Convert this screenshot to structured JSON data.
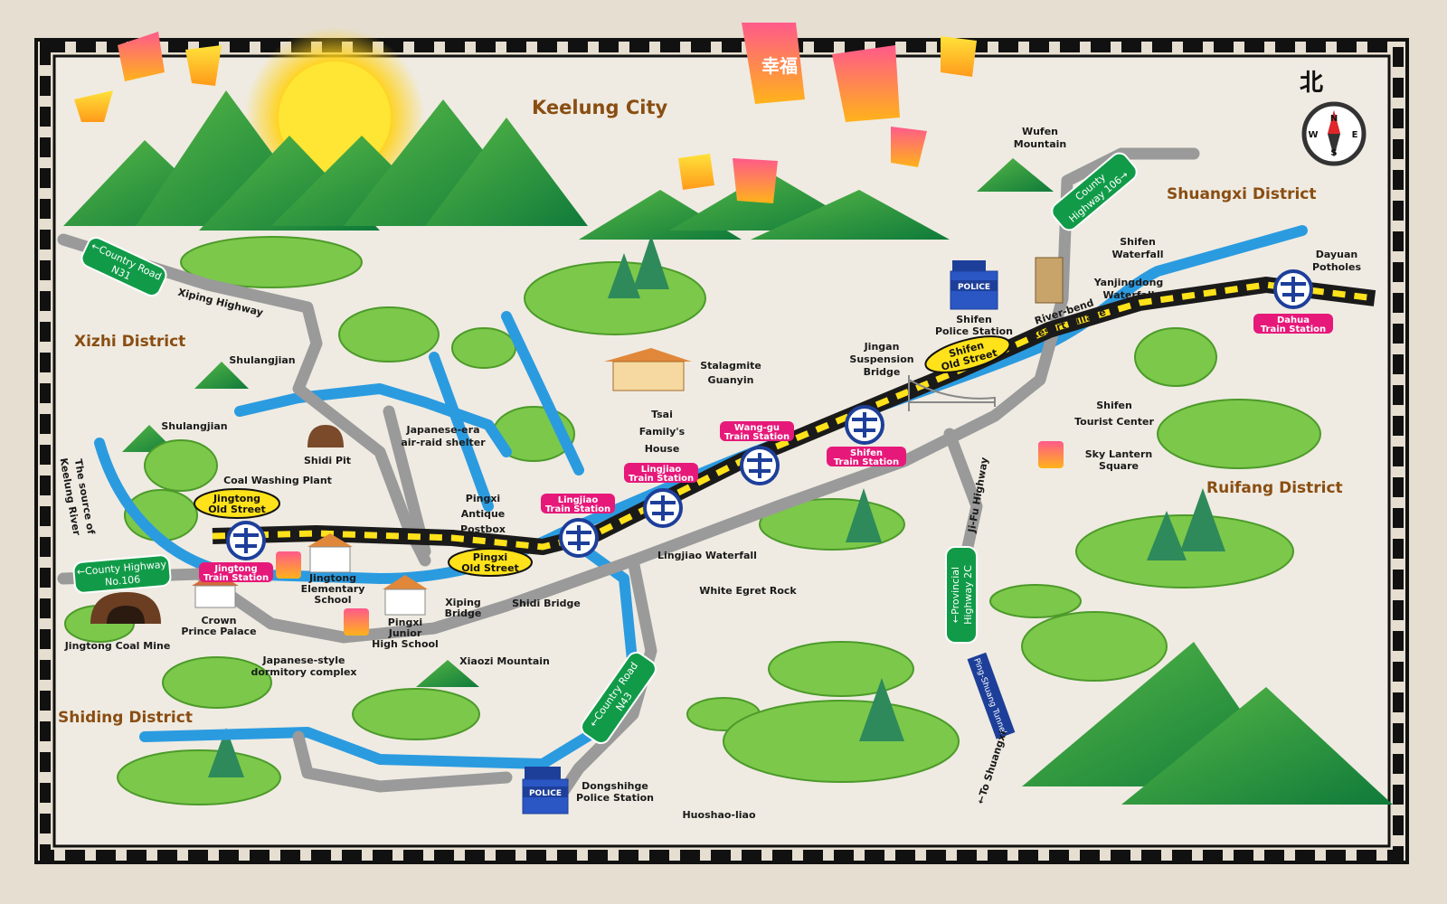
{
  "map": {
    "city": "Keelung City",
    "compass_char": "北",
    "compass": {
      "n": "N",
      "s": "S",
      "e": "E",
      "w": "W"
    },
    "lantern_text": "幸福",
    "districts": {
      "xizhi": "Xizhi District",
      "shuangxi": "Shuangxi District",
      "ruifang": "Ruifang District",
      "shiding": "Shiding District"
    },
    "places": {
      "wufen": [
        "Wufen",
        "Mountain"
      ],
      "dayuan": [
        "Dayuan",
        "Potholes"
      ],
      "shifen_waterfall": [
        "Shifen",
        "Waterfall"
      ],
      "yanjingdong": [
        "Yanjingdong",
        "Waterfall"
      ],
      "shifen_police": [
        "Shifen",
        "Police Station"
      ],
      "riverbend": [
        "River-bend",
        "Resort Village"
      ],
      "jingan": [
        "Jingan",
        "Suspension",
        "Bridge"
      ],
      "stalagmite": [
        "Stalagmite",
        "Guanyin"
      ],
      "tsai": [
        "Tsai",
        "Family's",
        "House"
      ],
      "shifen_tourist": [
        "Shifen",
        "Tourist Center"
      ],
      "sky_lantern": [
        "Sky Lantern",
        "Square"
      ],
      "shulangjian1": "Shulangjian",
      "shulangjian2": "Shulangjian",
      "shidi_pit": "Shidi Pit",
      "air_raid": [
        "Japanese-era",
        "air-raid shelter"
      ],
      "coal_washing": "Coal Washing Plant",
      "kr_source": [
        "The source of",
        "Keelung River"
      ],
      "postbox": [
        "Pingxi",
        "Antique",
        "Postbox"
      ],
      "lingjiao_waterfall": "Lingjiao Waterfall",
      "white_egret": "White Egret Rock",
      "jingtong_elem": [
        "Jingtong",
        "Elementary",
        "School"
      ],
      "crown_palace": [
        "Crown",
        "Prince Palace"
      ],
      "pingxi_junior": [
        "Pingxi",
        "Junior",
        "High School"
      ],
      "xiping_bridge": [
        "Xiping",
        "Bridge"
      ],
      "shidi_bridge": "Shidi Bridge",
      "jingtong_coal": "Jingtong Coal Mine",
      "dormitory": [
        "Japanese-style",
        "dormitory complex"
      ],
      "xiaozi": "Xiaozi Mountain",
      "dongshihge": [
        "Dongshihge",
        "Police Station"
      ],
      "huoshao": "Huoshao-liao",
      "xiping_highway": "Xiping Highway",
      "jifu_highway": "Ji-Fu Highway",
      "to_shuangxi": "←To Shuangxi",
      "tunnel": "Ping-Shuang Tunnel"
    },
    "signs": {
      "country_n31": [
        "←Country Road",
        "N31"
      ],
      "county_106_left": [
        "←County Highway",
        "No.106"
      ],
      "county_106_top": [
        "County",
        "Highway 106→"
      ],
      "country_n43": [
        "←Country Road",
        "N43"
      ],
      "provincial_2c": [
        "←Provincial",
        "Highway 2C"
      ]
    },
    "stations": {
      "jingtong": [
        "Jingtong",
        "Train Station"
      ],
      "pingxi": [
        "Lingjiao",
        "Train Station"
      ],
      "lingjiao": [
        "Lingjiao",
        "Train Station"
      ],
      "wanggu": [
        "Wang-gu",
        "Train Station"
      ],
      "shifen": [
        "Shifen",
        "Train Station"
      ],
      "dahua": [
        "Dahua",
        "Train Station"
      ]
    },
    "old_streets": {
      "jingtong": [
        "Jingtong",
        "Old Street"
      ],
      "pingxi": [
        "Pingxi",
        "Old Street"
      ],
      "shifen": [
        "Shifen",
        "Old Street"
      ]
    },
    "police_word": "POLICE",
    "colors": {
      "road": "#9a9a9a",
      "river": "#2b9be0",
      "rail_black": "#1a1a1a",
      "rail_yellow": "#ffe21a",
      "sign_green": "#119b48",
      "station_pink": "#e6197a",
      "station_blue": "#1d3f9a",
      "district_brown": "#8a4e12"
    }
  }
}
